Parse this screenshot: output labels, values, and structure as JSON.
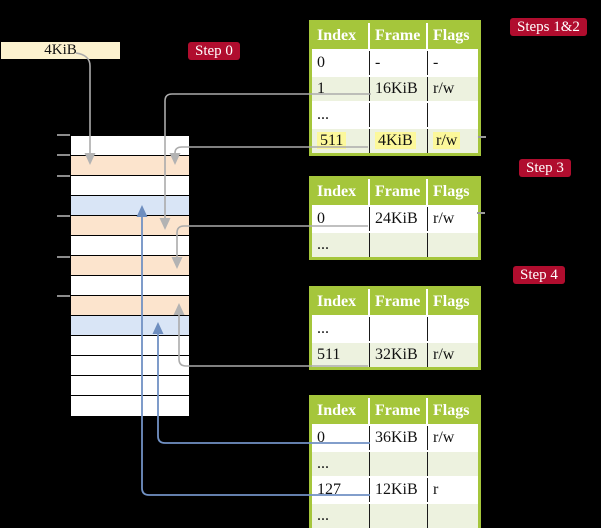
{
  "frame_box": {
    "label": "4KiB"
  },
  "badges": {
    "step0": "Step 0",
    "steps12": "Steps 1&2",
    "step3": "Step 3",
    "step4": "Step 4"
  },
  "memory": {
    "frames": [
      {
        "fill": "white"
      },
      {
        "fill": "orange"
      },
      {
        "fill": "white"
      },
      {
        "fill": "blue"
      },
      {
        "fill": "orange"
      },
      {
        "fill": "white"
      },
      {
        "fill": "orange"
      },
      {
        "fill": "white"
      },
      {
        "fill": "orange"
      },
      {
        "fill": "blue"
      },
      {
        "fill": "white"
      },
      {
        "fill": "white"
      },
      {
        "fill": "white"
      },
      {
        "fill": "white"
      }
    ]
  },
  "tables": [
    {
      "headers": [
        "Index",
        "Frame",
        "Flags"
      ],
      "rows": [
        {
          "fill": "white",
          "cells": [
            "0",
            "-",
            "-"
          ]
        },
        {
          "fill": "green",
          "cells": [
            "1",
            "16KiB",
            "r/w"
          ]
        },
        {
          "fill": "white",
          "cells": [
            "...",
            "",
            ""
          ]
        },
        {
          "fill": "green",
          "highlight": true,
          "cells": [
            "511",
            "4KiB",
            "r/w"
          ]
        }
      ]
    },
    {
      "headers": [
        "Index",
        "Frame",
        "Flags"
      ],
      "rows": [
        {
          "fill": "white",
          "cells": [
            "0",
            "24KiB",
            "r/w"
          ]
        },
        {
          "fill": "green",
          "cells": [
            "...",
            "",
            ""
          ]
        }
      ]
    },
    {
      "headers": [
        "Index",
        "Frame",
        "Flags"
      ],
      "rows": [
        {
          "fill": "white",
          "cells": [
            "...",
            "",
            ""
          ]
        },
        {
          "fill": "green",
          "cells": [
            "511",
            "32KiB",
            "r/w"
          ]
        }
      ]
    },
    {
      "headers": [
        "Index",
        "Frame",
        "Flags"
      ],
      "rows": [
        {
          "fill": "white",
          "cells": [
            "0",
            "36KiB",
            "r/w"
          ]
        },
        {
          "fill": "green",
          "cells": [
            "...",
            "",
            ""
          ]
        },
        {
          "fill": "white",
          "cells": [
            "127",
            "12KiB",
            "r"
          ]
        },
        {
          "fill": "green",
          "cells": [
            "...",
            "",
            ""
          ]
        }
      ]
    }
  ],
  "colors": {
    "background": "#000000",
    "frame_box_bg": "#fcf2cf",
    "badge_bg": "#b00d2e",
    "table_header_green": "#a5c63b",
    "table_row_green": "#edf2df",
    "highlight_yellow": "#fcf89b",
    "memory_orange": "#fce4cd",
    "memory_blue": "#d9e5f6",
    "gray_line": "#ababab",
    "blue_line": "#7191c4"
  }
}
